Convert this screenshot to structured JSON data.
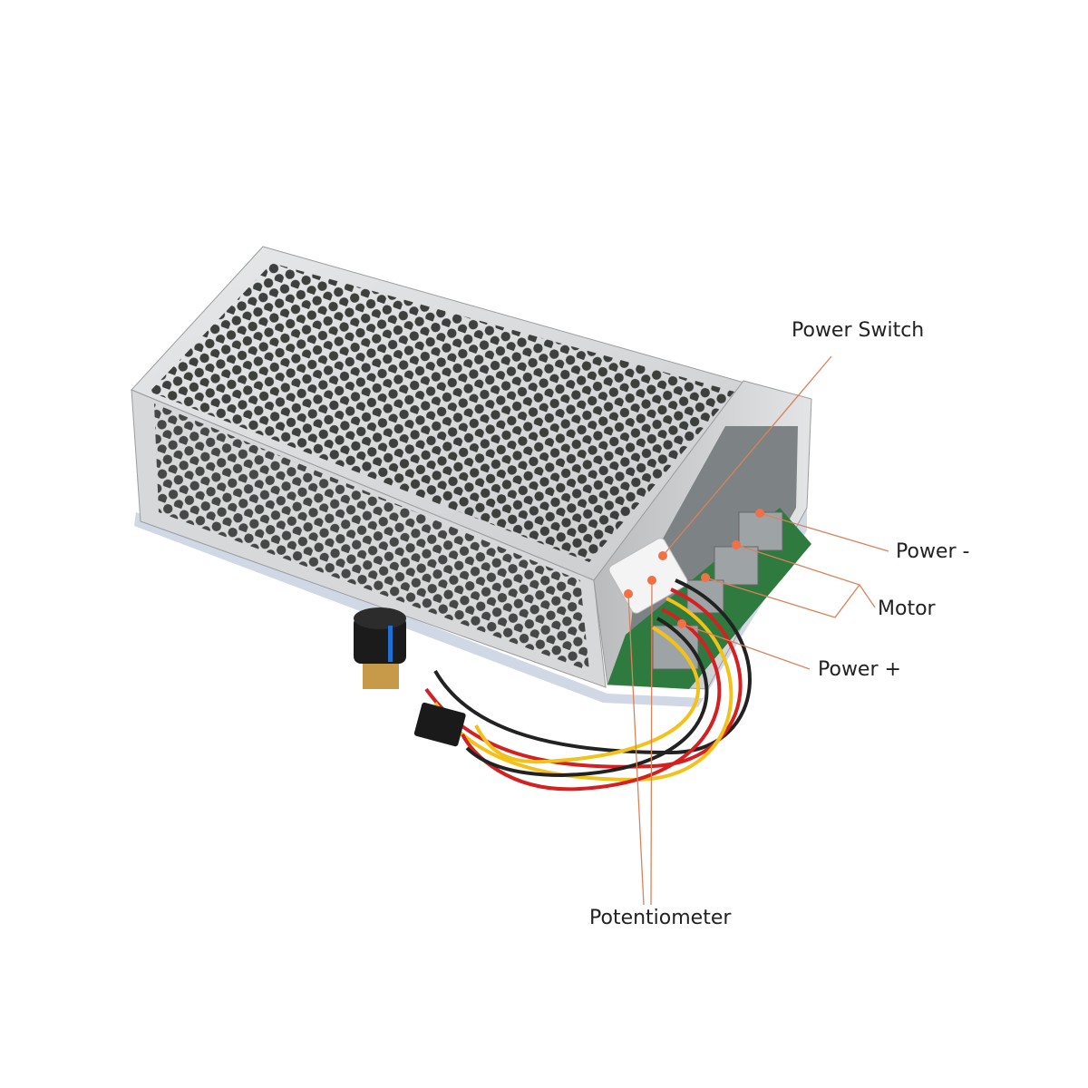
{
  "labels": {
    "power_switch": "Power Switch",
    "power_minus": "Power -",
    "motor": "Motor",
    "power_plus": "Power +",
    "potentiometer": "Potentiometer"
  },
  "colors": {
    "leader_line": "#d9825b",
    "marker_dot": "#f07048",
    "pcb": "#2f7a3e",
    "wire_red": "#d42020",
    "wire_yellow": "#f2c21a",
    "wire_black": "#222222",
    "knob_accent": "#1e6fd6"
  }
}
